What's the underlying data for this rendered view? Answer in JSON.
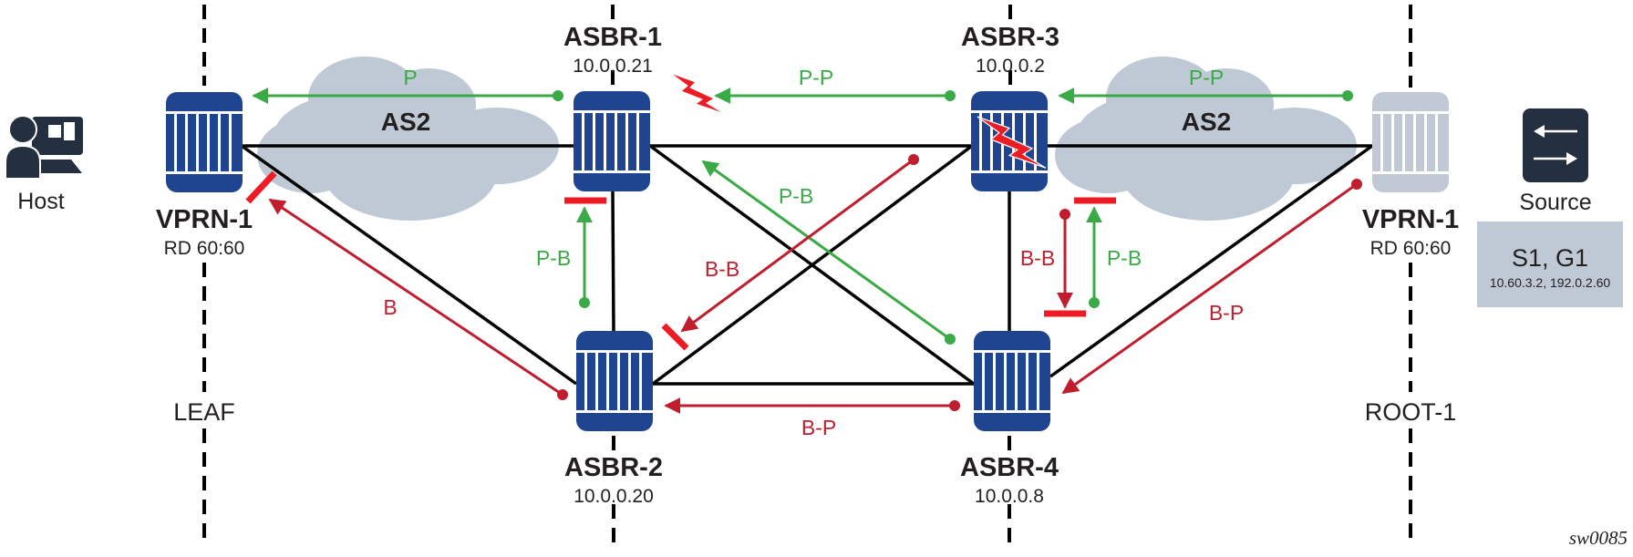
{
  "colors": {
    "router_blue": "#1f4590",
    "router_inactive": "#c0c9d4",
    "cloud": "#bec9d5",
    "link_black": "#000000",
    "arrow_green": "#3aaa46",
    "arrow_red": "#be1e2d",
    "block_red": "#ed1c24",
    "icon_dark": "#242f40",
    "info_box": "#bec9d5"
  },
  "tiers": {
    "leaf": "LEAF",
    "root": "ROOT-1"
  },
  "clouds": {
    "left": "AS2",
    "right": "AS2"
  },
  "host": {
    "label": "Host",
    "icon": "host-user-monitor-icon"
  },
  "source": {
    "label": "Source",
    "icon": "switch-arrows-icon",
    "sg_title": "S1, G1",
    "sg_addresses": "10.60.3.2, 192.0.2.60"
  },
  "nodes": {
    "vprn_leaf": {
      "name": "VPRN-1",
      "detail": "RD 60:60",
      "state": "active"
    },
    "vprn_root": {
      "name": "VPRN-1",
      "detail": "RD 60:60",
      "state": "inactive"
    },
    "asbr1": {
      "name": "ASBR-1",
      "detail": "10.0.0.21"
    },
    "asbr2": {
      "name": "ASBR-2",
      "detail": "10.0.0.20"
    },
    "asbr3": {
      "name": "ASBR-3",
      "detail": "10.0.0.2",
      "failure": true
    },
    "asbr4": {
      "name": "ASBR-4",
      "detail": "10.0.0.8"
    }
  },
  "tunnel_labels": {
    "p_leaf": "P",
    "pp_asbr3_asbr1": "P-P",
    "pp_root_asbr3": "P-P",
    "pb_asbr2_asbr1": "P-B",
    "pb_asbr4_asbr1": "P-B",
    "bb_asbr3_asbr2": "B-B",
    "bb_asbr3_asbr4": "B-B",
    "pb_asbr4_asbr3": "P-B",
    "b_asbr2_leaf": "B",
    "bp_asbr4_asbr2": "B-P",
    "bp_root_asbr4": "B-P"
  },
  "figure_id": "sw0085"
}
